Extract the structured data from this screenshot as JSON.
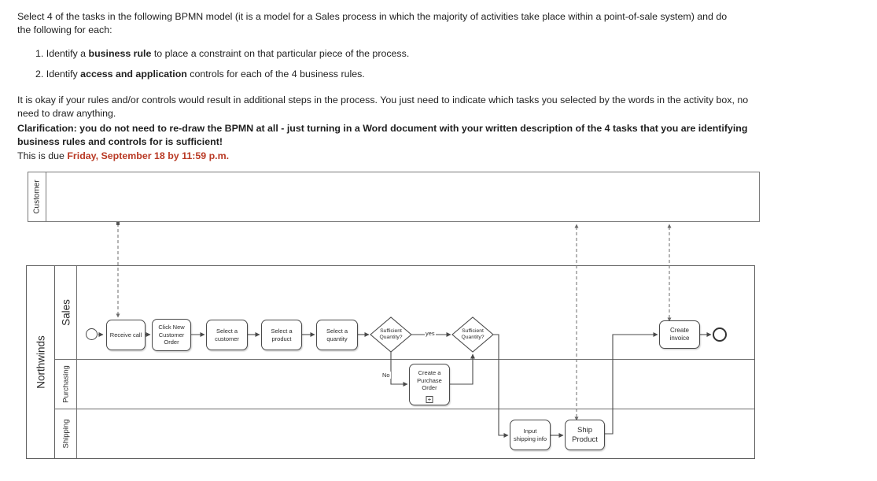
{
  "instructions": {
    "para1": "Select 4 of the tasks in the following BPMN model (it is a model for a Sales process in which the majority of activities take place within a point-of-sale system) and do the following for each:",
    "item1_prefix": "1. Identify a ",
    "item1_bold": "business rule",
    "item1_suffix": " to place a constraint on that particular piece of the process.",
    "item2_prefix": "2. Identify ",
    "item2_bold": "access and application",
    "item2_suffix": " controls for each of the 4 business rules.",
    "para2": "It is okay if your rules and/or controls would result in additional steps in the process. You just need to indicate which tasks you selected by the words in the activity box, no need to draw anything.",
    "clarification": "Clarification: you do not need to re-draw the BPMN at all - just turning in a Word document with your written description of the 4 tasks that you are identifying business rules and controls for is sufficient!",
    "due_prefix": "This is due ",
    "due_date": "Friday, September 18 by 11:59 p.m."
  },
  "colors": {
    "due_red": "#b93a25",
    "flow_line": "#4a4a4a",
    "message_line": "#6b6b6b",
    "pool_border": "#6e6e6e"
  },
  "diagram": {
    "customer_pool": {
      "label": "Customer"
    },
    "main_pool": {
      "label": "Northwinds",
      "lanes": [
        {
          "label": "Sales"
        },
        {
          "label": "Purchasing"
        },
        {
          "label": "Shipping"
        }
      ]
    },
    "nodes": {
      "receive_call": "Receive call",
      "click_new_customer_order": "Click New Customer Order",
      "select_customer": "Select a customer",
      "select_product": "Select a product",
      "select_quantity": "Select a quantity",
      "gateway_sufficient_quantity_1": "Sufficient Quantity?",
      "gateway_sufficient_quantity_2": "Sufficient Quantity?",
      "create_purchase_order": "Create a Purchase Order",
      "subprocess_plus": "+",
      "input_shipping_info": "Input shipping info",
      "ship_product": "Ship Product",
      "create_invoice": "Create invoice"
    },
    "edge_labels": {
      "yes": "yes",
      "no": "No"
    }
  }
}
